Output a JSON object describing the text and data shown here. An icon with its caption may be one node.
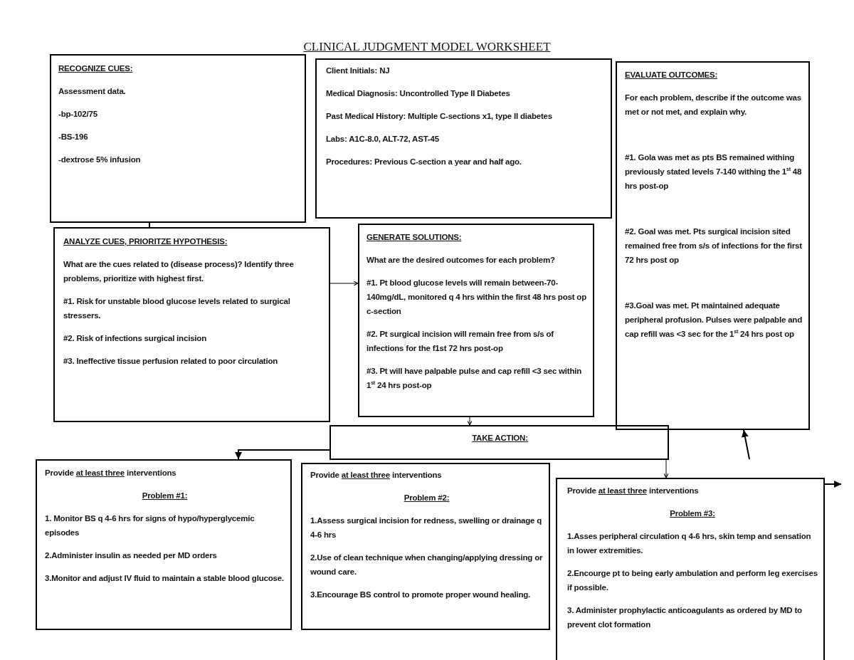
{
  "diagram": {
    "title": "CLINICAL JUDGMENT MODEL WORKSHEET",
    "nodes": [
      {
        "text": [
          "RECOGNIZE CUES:",
          "Assessment data.",
          "-bp-102/75",
          "-BS-196",
          "-dextrose 5% infusion"
        ]
      },
      {
        "text": [
          "Client Initials: NJ",
          "Medical Diagnosis: Uncontrolled Type II Diabetes",
          "Past Medical History: Multiple C-sections x1, type II diabetes",
          "Labs: A1C-8.0, ALT-72, AST-45",
          "Procedures: Previous C-section a year and half ago."
        ]
      },
      {
        "text": [
          "EVALUATE OUTCOMES:",
          "For each problem, describe if the outcome was met or not met, and explain why.",
          "#1. Gola was met as pts BS remained withing previously stated levels 7-140 withing the 1$^{st}$ 48 hrs post-op",
          "#2. Goal was met. Pts surgical incision sited remained free from s/s of infections for the first 72 hrs post op",
          "#3.Goal was met. Pt maintained adequate peripheral profusion. Pulses were palpable and cap refill was <3 sec for the 1$^{st}$ 24 hrs post op"
        ]
      },
      {
        "text": [
          "ANALYZE CUES, PRIORITZE HYPOTHESIS:",
          "What are the cues related to (disease process)? Identify three problems, prioritize with highest first.",
          "#1. Risk for unstable blood glucose levels related to surgical stressers.",
          "#2. Risk of infections surgical incision",
          "#3. Ineffective tissue perfusion related to poor circulation"
        ]
      },
      {
        "text": [
          "GENERATE SOLUTIONS:",
          "What are the desired outcomes for each problem?",
          "#1. Pt blood glucose levels will remain between-70-140mg/dL, monitored q 4 hrs within the first 48 hrs post op c-section",
          "#2. Pt surgical incision will remain free from s/s of infections for the f1st 72 hrs post-op",
          "#3. Pt will have palpable pulse and cap refill <3 sec within 1$^{st}$ 24 hrs post-op"
        ]
      },
      {
        "text": [
          "TAKE ACTION:"
        ]
      },
      {
        "text": [
          "Provide *at least three* interventions",
          "Problem #1:",
          "1. Monitor BS q 4-6 hrs for signs of hypo/hyperglycemic episodes",
          "2.Administer insulin as needed per MD orders",
          "3.Monitor and adjust IV fluid to maintain a stable blood glucose."
        ]
      },
      {
        "text": [
          "Provide *at least three* interventions",
          "Problem #2:",
          "1.Assess surgical incision for redness, swelling or drainage q 4-6 hrs",
          "2.Use of clean technique when changing/applying dressing or wound care.",
          "3.Encourage BS control to promote proper wound healing."
        ]
      },
      {
        "text": [
          "Provide *at least three* interventions",
          "Problem #3:",
          "1.Asses peripheral circulation q 4-6 hrs, skin temp and sensation in lower extremities.",
          "2.Encourge pt to being early ambulation and perform leg exercises if possible.",
          "3. Administer prophylactic anticoagulants as ordered by MD to prevent clot formation"
        ]
      }
    ],
    "edges": [
      {
        "from": 0,
        "to": 3,
        "arrow": "none"
      },
      {
        "from": 3,
        "to": 4,
        "arrow": "to"
      },
      {
        "from": 4,
        "to": 5,
        "arrow": "to"
      },
      {
        "from": 5,
        "to": 6,
        "arrow": "to"
      },
      {
        "from": 5,
        "to": 8,
        "arrow": "to"
      },
      {
        "from": null,
        "to": 2,
        "arrow": "to"
      },
      {
        "from": 8,
        "to": null,
        "arrow": "to"
      }
    ]
  }
}
